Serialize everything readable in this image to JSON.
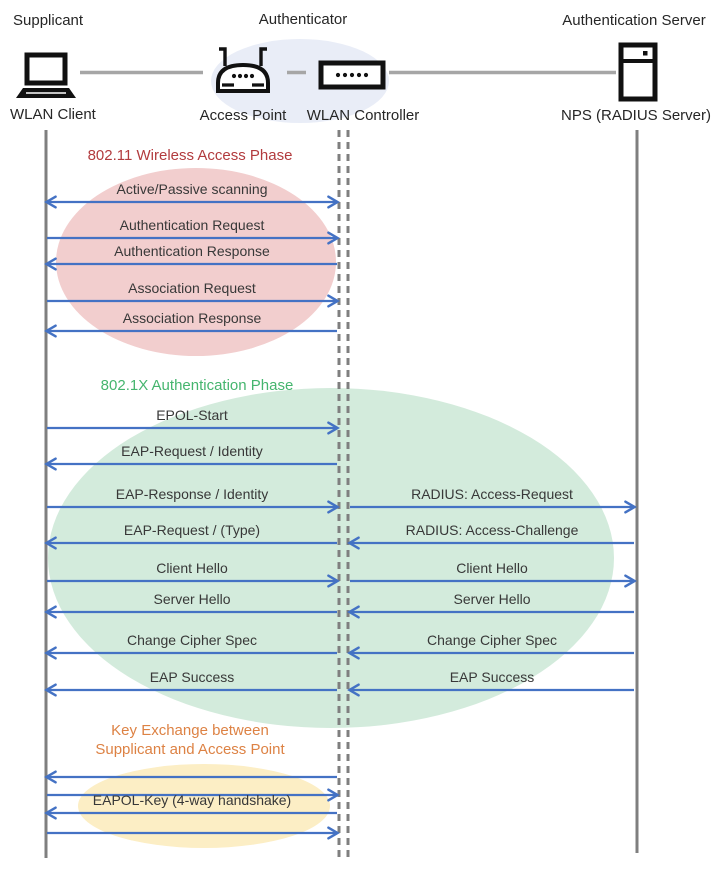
{
  "entities": {
    "supplicant": {
      "role": "Supplicant",
      "device": "WLAN Client",
      "icon": "laptop-icon"
    },
    "authenticator": {
      "role": "Authenticator",
      "devices": [
        {
          "name": "Access Point",
          "icon": "access-point-icon"
        },
        {
          "name": "WLAN Controller",
          "icon": "wlan-controller-icon"
        }
      ]
    },
    "auth_server": {
      "role": "Authentication Server",
      "device": "NPS (RADIUS Server)",
      "icon": "server-icon"
    }
  },
  "phases": [
    {
      "label": "802.11 Wireless Access Phase",
      "color": "#B23B3E",
      "ellipse_color": "#F2CECE"
    },
    {
      "label": "802.1X Authentication Phase",
      "color": "#45B56E",
      "ellipse_color": "#D3EBDC"
    },
    {
      "label": "Key Exchange between\nSupplicant and Access Point",
      "color": "#DD8244",
      "ellipse_color": "#FCEEC5"
    }
  ],
  "messages": [
    {
      "label": "Active/Passive scanning",
      "segment": "left",
      "direction": "both",
      "row": 0
    },
    {
      "label": "Authentication Request",
      "segment": "left",
      "direction": "right",
      "row": 1
    },
    {
      "label": "Authentication Response",
      "segment": "left",
      "direction": "left",
      "row": 2
    },
    {
      "label": "Association Request",
      "segment": "left",
      "direction": "right",
      "row": 3
    },
    {
      "label": "Association Response",
      "segment": "left",
      "direction": "left",
      "row": 4
    },
    {
      "label": "EPOL-Start",
      "segment": "left",
      "direction": "right",
      "row": 5
    },
    {
      "label": "EAP-Request / Identity",
      "segment": "left",
      "direction": "left",
      "row": 6
    },
    {
      "label": "EAP-Response / Identity",
      "segment": "left",
      "direction": "right",
      "row": 7
    },
    {
      "label": "RADIUS: Access-Request",
      "segment": "right",
      "direction": "right",
      "row": 7
    },
    {
      "label": "EAP-Request / (Type)",
      "segment": "left",
      "direction": "left",
      "row": 8
    },
    {
      "label": "RADIUS: Access-Challenge",
      "segment": "right",
      "direction": "left",
      "row": 8
    },
    {
      "label": "Client Hello",
      "segment": "left",
      "direction": "right",
      "row": 9
    },
    {
      "label": "Client Hello",
      "segment": "right",
      "direction": "right",
      "row": 9
    },
    {
      "label": "Server Hello",
      "segment": "left",
      "direction": "left",
      "row": 10
    },
    {
      "label": "Server Hello",
      "segment": "right",
      "direction": "left",
      "row": 10
    },
    {
      "label": "Change Cipher Spec",
      "segment": "left",
      "direction": "left",
      "row": 11
    },
    {
      "label": "Change Cipher Spec",
      "segment": "right",
      "direction": "left",
      "row": 11
    },
    {
      "label": "EAP Success",
      "segment": "left",
      "direction": "left",
      "row": 12
    },
    {
      "label": "EAP Success",
      "segment": "right",
      "direction": "left",
      "row": 12
    },
    {
      "label": "",
      "segment": "left",
      "direction": "left",
      "row": 13
    },
    {
      "label": "",
      "segment": "left",
      "direction": "right",
      "row": 14
    },
    {
      "label": "EAPOL-Key (4-way handshake)",
      "segment": "left",
      "direction": "left",
      "row": 15
    },
    {
      "label": "",
      "segment": "left",
      "direction": "right",
      "row": 16
    }
  ],
  "colors": {
    "arrow": "#4472C4",
    "lifeline": "#7F7F7F",
    "connector": "#A6A6A6",
    "authenticator_bubble": "#E9EDF7",
    "message_text": "#383838"
  }
}
